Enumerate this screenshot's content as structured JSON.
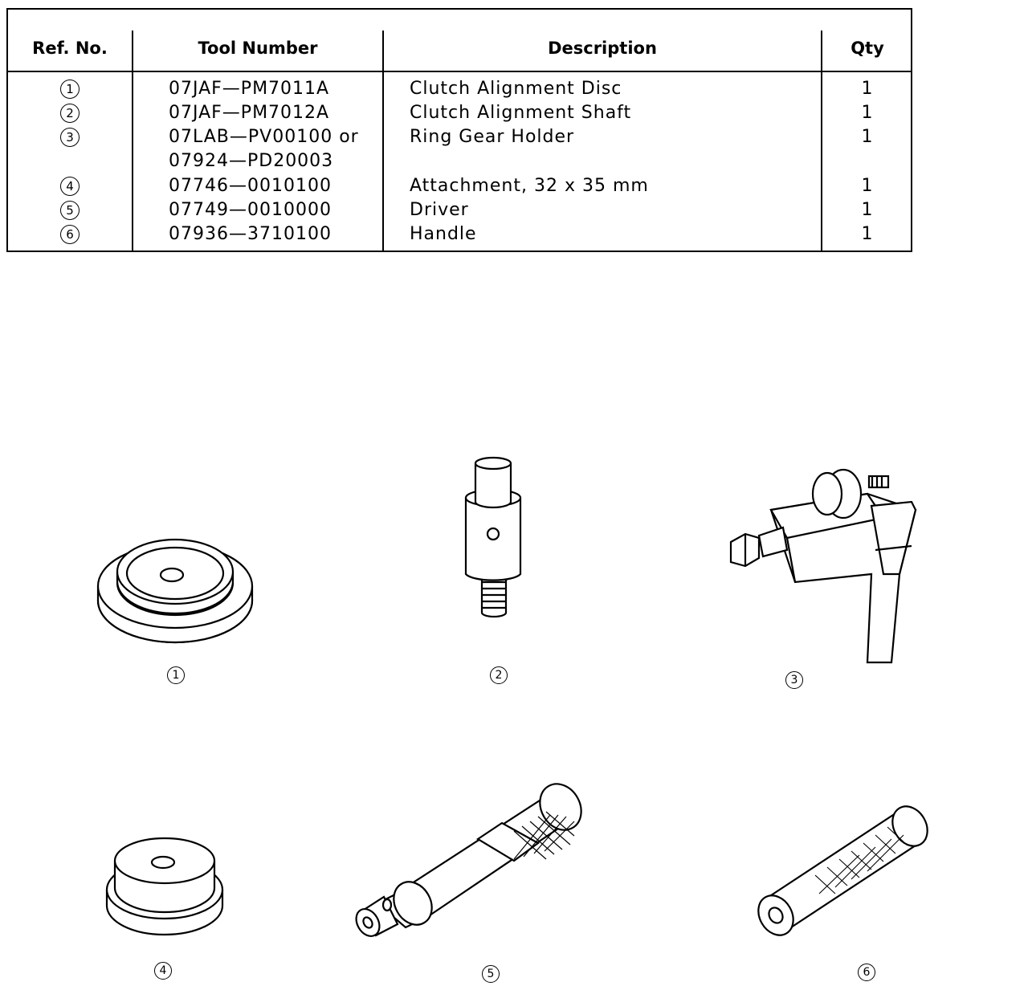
{
  "table": {
    "headers": {
      "ref": "Ref. No.",
      "tool": "Tool Number",
      "desc": "Description",
      "qty": "Qty"
    },
    "rows": [
      {
        "ref": "1",
        "tool": "07JAF—PM7011A",
        "desc": "Clutch Alignment Disc",
        "qty": "1"
      },
      {
        "ref": "2",
        "tool": "07JAF—PM7012A",
        "desc": "Clutch Alignment Shaft",
        "qty": "1"
      },
      {
        "ref": "3",
        "tool": "07LAB—PV00100 or",
        "desc": "Ring Gear Holder",
        "qty": "1"
      },
      {
        "ref": "",
        "tool": "07924—PD20003",
        "desc": "",
        "qty": ""
      },
      {
        "ref": "4",
        "tool": "07746—0010100",
        "desc": "Attachment, 32 x 35 mm",
        "qty": "1"
      },
      {
        "ref": "5",
        "tool": "07749—0010000",
        "desc": "Driver",
        "qty": "1"
      },
      {
        "ref": "6",
        "tool": "07936—3710100",
        "desc": "Handle",
        "qty": "1"
      }
    ]
  },
  "figures": {
    "labels": [
      "1",
      "2",
      "3",
      "4",
      "5",
      "6"
    ]
  }
}
